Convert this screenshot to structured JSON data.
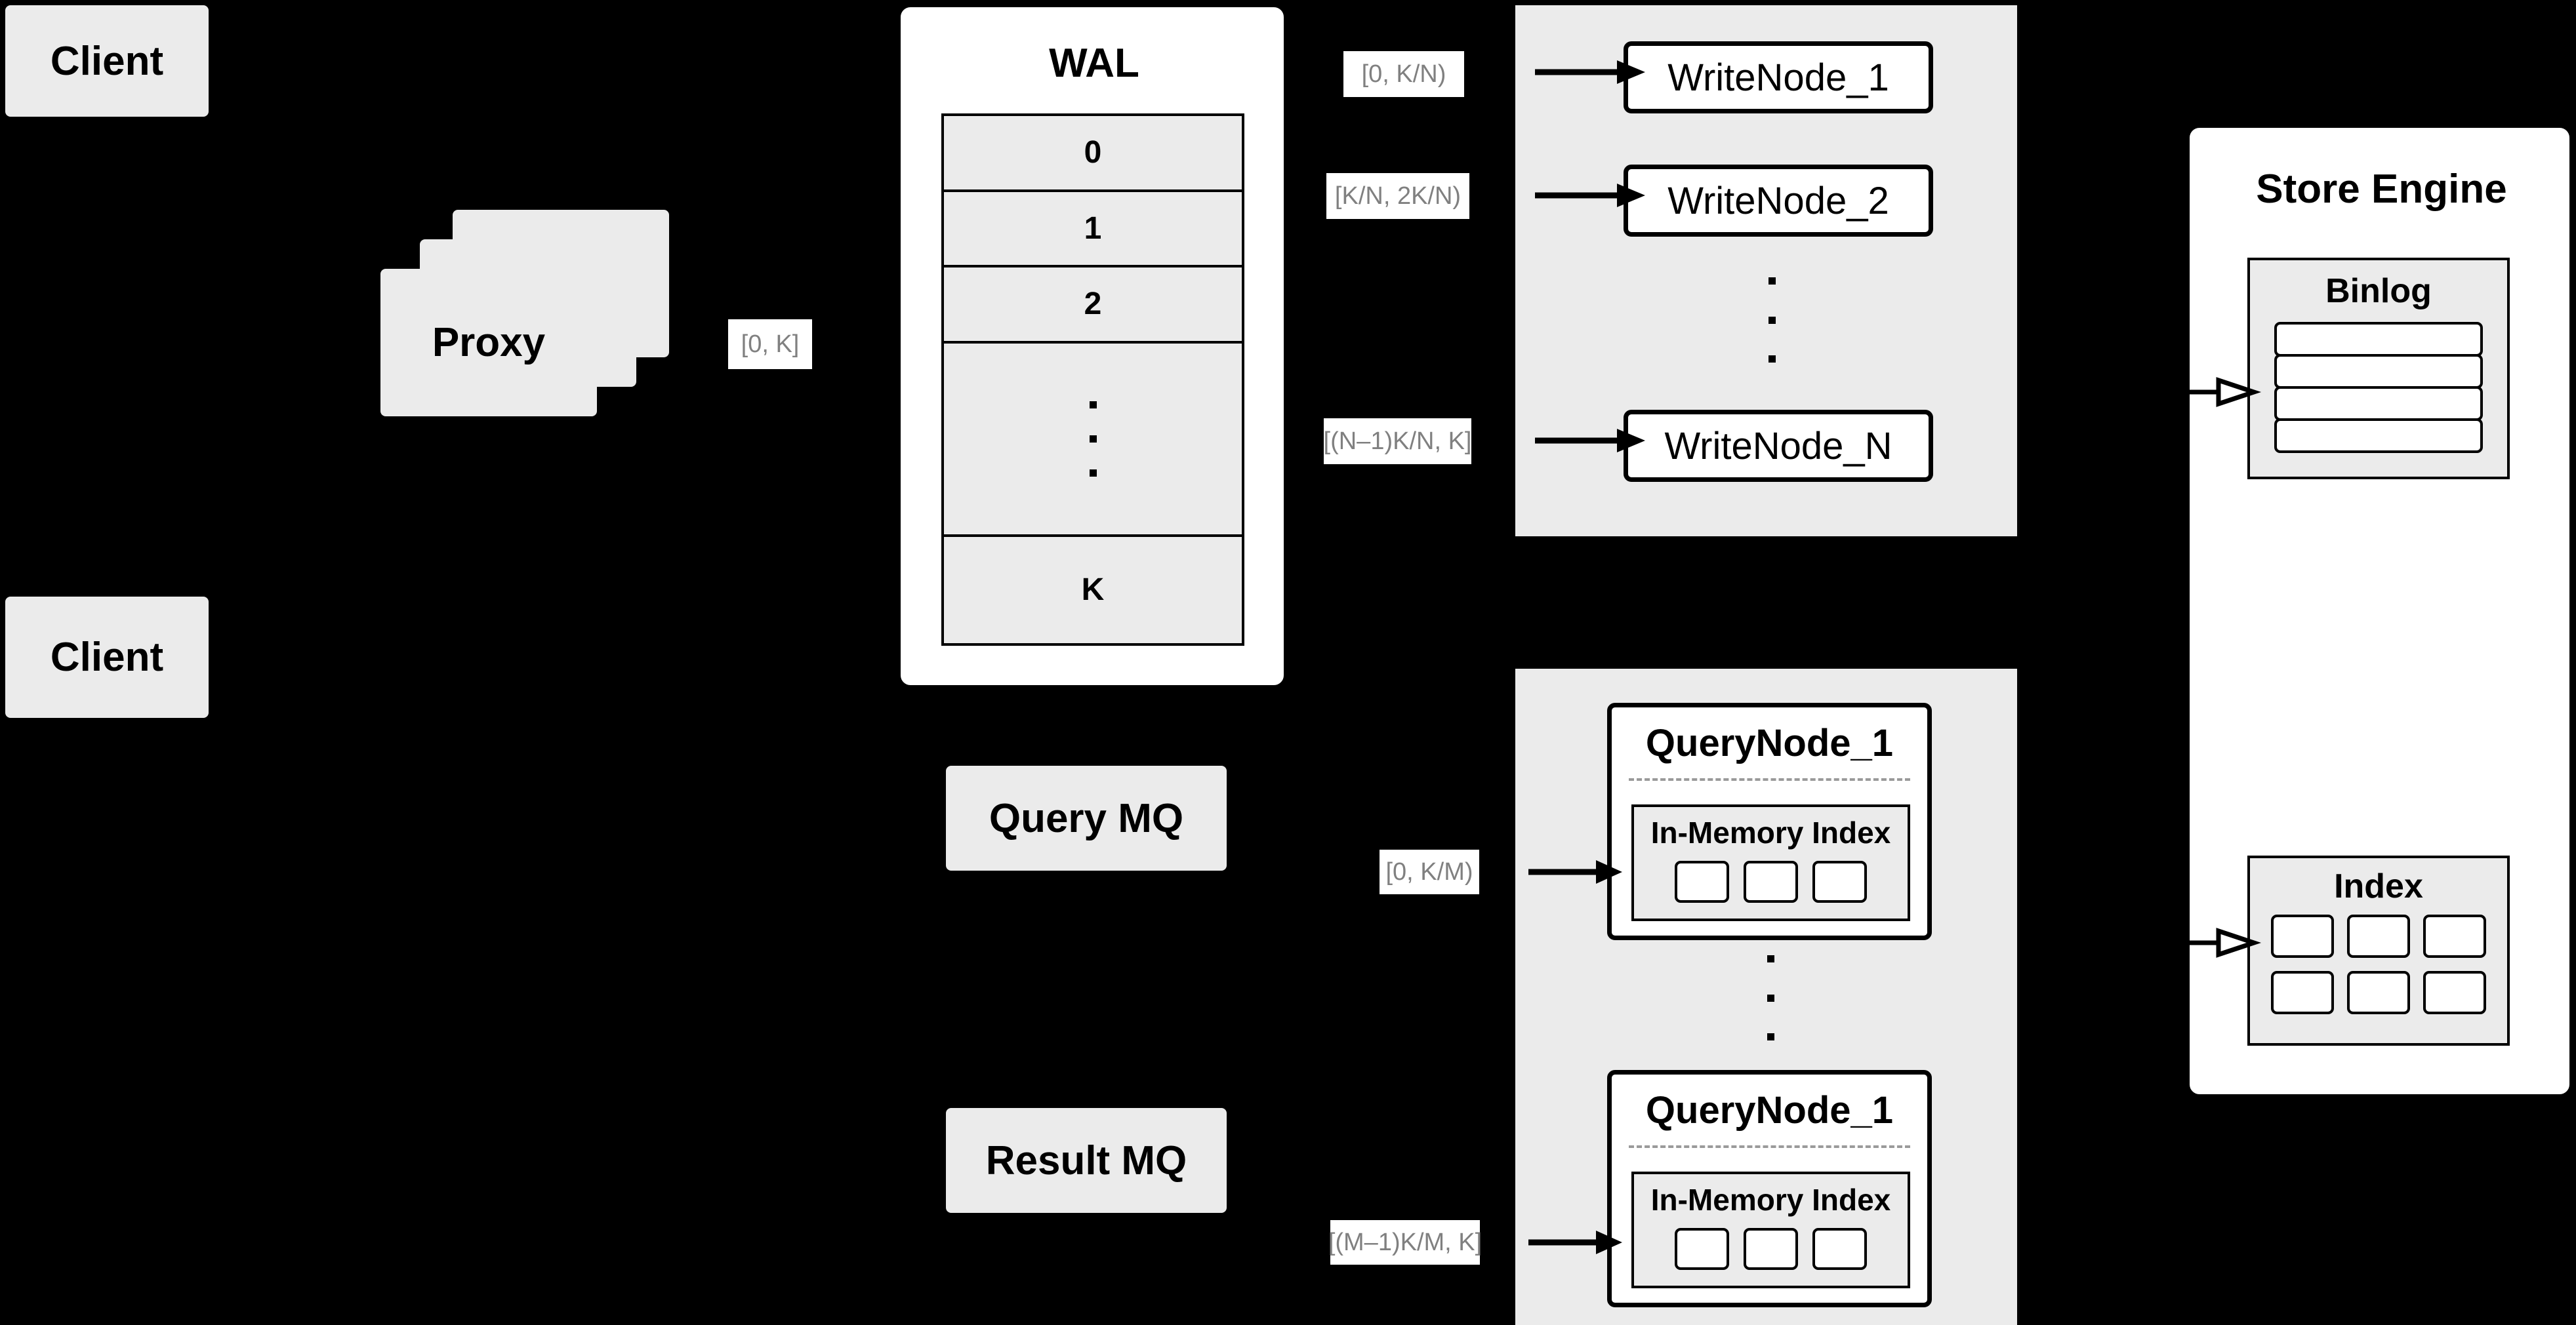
{
  "diagram": {
    "title": "Distributed vector database write/query architecture",
    "background_color": "#000000",
    "node_fill": "#ebebeb",
    "panel_fill": "#ffffff",
    "stroke_color": "#000000",
    "label_text_color": "#808080"
  },
  "clients": [
    {
      "label": "Client"
    },
    {
      "label": "Client"
    }
  ],
  "proxy": {
    "label": "Proxy",
    "stack_count": 3
  },
  "wal": {
    "title": "WAL",
    "rows": [
      {
        "label": "0"
      },
      {
        "label": "1"
      },
      {
        "label": "2"
      },
      {
        "label": "",
        "ellipsis": true
      },
      {
        "label": "K"
      }
    ]
  },
  "queues": {
    "query_mq": "Query MQ",
    "result_mq": "Result MQ"
  },
  "edge_labels": {
    "proxy_to_wal": "[0, K]",
    "wal_to_write_1": "[0,  K/N)",
    "wal_to_write_2": "[K/N, 2K/N)",
    "wal_to_write_n": "[(N–1)K/N,  K]",
    "mq_to_query_1": "[0, K/M)",
    "mq_to_query_m": "[(M–1)K/M, K]"
  },
  "write_group": {
    "nodes": [
      {
        "label": "WriteNode_1"
      },
      {
        "label": "WriteNode_2"
      },
      {
        "label": "WriteNode_N"
      }
    ],
    "ellipsis": true
  },
  "query_group": {
    "nodes": [
      {
        "label": "QueryNode_1",
        "index": {
          "title": "In-Memory Index",
          "segment_count": 3
        }
      },
      {
        "label": "QueryNode_1",
        "index": {
          "title": "In-Memory Index",
          "segment_count": 3
        }
      }
    ],
    "ellipsis": true
  },
  "store_engine": {
    "title": "Store Engine",
    "binlog": {
      "title": "Binlog",
      "entry_count": 4
    },
    "index": {
      "title": "Index",
      "cell_count": 6
    }
  }
}
